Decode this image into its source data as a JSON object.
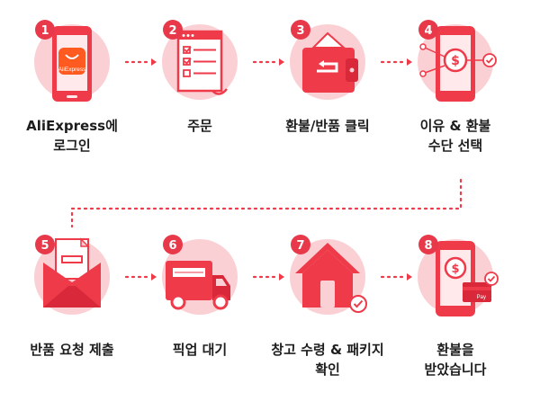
{
  "colors": {
    "circle": "#fbd0d4",
    "primary": "#ef3a4a",
    "dark": "#d8283a",
    "badge": "#e8394a",
    "ali_orange": "#ff5a1f",
    "text": "#1d1d1d"
  },
  "steps": [
    {
      "number": "1",
      "label": "AliExpress에\n로그인",
      "icon": "phone-app-icon",
      "app_label": "AliExpress"
    },
    {
      "number": "2",
      "label": "주문",
      "icon": "order-list-icon"
    },
    {
      "number": "3",
      "label": "환불/반품 클릭",
      "icon": "wallet-return-icon"
    },
    {
      "number": "4",
      "label": "이유 & 환불\n수단 선택",
      "icon": "dollar-network-icon"
    },
    {
      "number": "5",
      "label": "반품 요청 제출",
      "icon": "envelope-document-icon"
    },
    {
      "number": "6",
      "label": "픽업 대기",
      "icon": "truck-icon"
    },
    {
      "number": "7",
      "label": "창고 수령 & 패키지\n확인",
      "icon": "warehouse-check-icon"
    },
    {
      "number": "8",
      "label": "환불을\n받았습니다",
      "icon": "phone-refund-icon",
      "card_label": "Pay"
    }
  ]
}
